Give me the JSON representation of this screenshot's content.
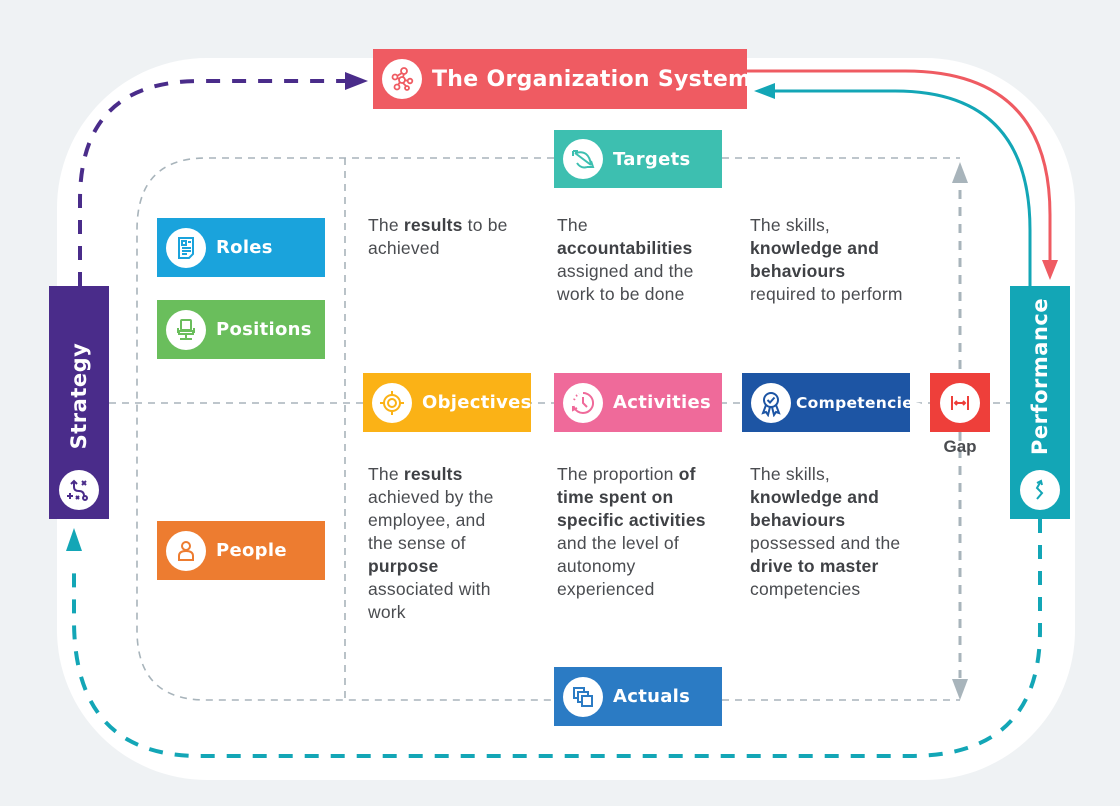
{
  "colors": {
    "background": "#eff2f4",
    "panel": "#ffffff",
    "organization_system": "#ef5b62",
    "targets": "#3dbfb0",
    "roles": "#1aa3dc",
    "positions": "#6abe5c",
    "objectives": "#fbb216",
    "activities": "#ef6a9a",
    "competencies": "#1d55a4",
    "gap": "#ee3f3a",
    "people": "#ed7c30",
    "actuals": "#2b7bc4",
    "strategy": "#4a2c8a",
    "performance": "#13a6b6",
    "connector_gray": "#a8b4bb",
    "text": "#4a4c50"
  },
  "header": {
    "title": "The Organization System",
    "icon": "network-nodes-icon"
  },
  "sides": {
    "strategy": {
      "label": "Strategy",
      "icon": "strategy-play-icon"
    },
    "performance": {
      "label": "Performance",
      "icon": "trend-line-icon"
    }
  },
  "rows": {
    "targets": {
      "label": "Targets",
      "icon": "bow-arrow-icon"
    },
    "actuals": {
      "label": "Actuals",
      "icon": "stacked-squares-icon"
    }
  },
  "left_column": {
    "roles": {
      "label": "Roles",
      "icon": "document-icon"
    },
    "positions": {
      "label": "Positions",
      "icon": "office-chair-icon"
    },
    "people": {
      "label": "People",
      "icon": "person-icon"
    }
  },
  "columns": {
    "objectives": {
      "label": "Objectives",
      "icon": "target-icon"
    },
    "activities": {
      "label": "Activities",
      "icon": "clock-icon"
    },
    "competencies": {
      "label": "Competencies",
      "icon": "award-ribbon-icon"
    },
    "gap": {
      "label": "Gap",
      "icon": "width-arrows-icon"
    }
  },
  "descriptions": {
    "targets_objectives": [
      {
        "t": "The "
      },
      {
        "t": "results",
        "b": true
      },
      {
        "t": " to be achieved"
      }
    ],
    "targets_activities": [
      {
        "t": "The "
      },
      {
        "t": "accountabilities",
        "b": true
      },
      {
        "t": " assigned and the work to be done"
      }
    ],
    "targets_competencies": [
      {
        "t": "The skills, "
      },
      {
        "t": "knowledge and behaviours",
        "b": true
      },
      {
        "t": " required to perform"
      }
    ],
    "actuals_objectives": [
      {
        "t": "The "
      },
      {
        "t": "results",
        "b": true
      },
      {
        "t": " achieved by the employee, and the sense of "
      },
      {
        "t": "purpose",
        "b": true
      },
      {
        "t": " associated with work"
      }
    ],
    "actuals_activities": [
      {
        "t": "The proportion "
      },
      {
        "t": "of time spent on specific activities",
        "b": true
      },
      {
        "t": " and the level of autonomy experienced"
      }
    ],
    "actuals_competencies": [
      {
        "t": "The skills, "
      },
      {
        "t": "knowledge and behaviours",
        "b": true
      },
      {
        "t": " possessed and the "
      },
      {
        "t": "drive to master",
        "b": true
      },
      {
        "t": " competencies"
      }
    ]
  }
}
